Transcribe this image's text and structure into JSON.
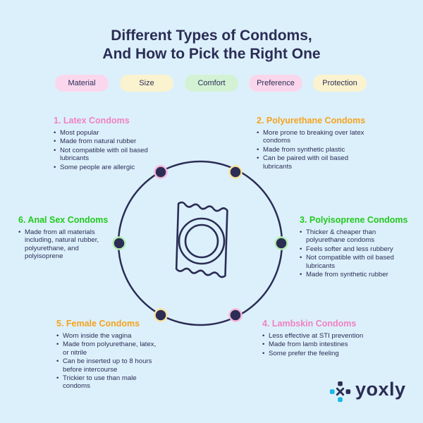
{
  "title": {
    "line1": "Different Types of Condoms,",
    "line2": "And How to Pick the Right One"
  },
  "pills": [
    {
      "label": "Material",
      "color": "#fbd7ee"
    },
    {
      "label": "Size",
      "color": "#fbf3cf"
    },
    {
      "label": "Comfort",
      "color": "#d2f2d3"
    },
    {
      "label": "Preference",
      "color": "#fad6ec"
    },
    {
      "label": "Protection",
      "color": "#fbf3cf"
    }
  ],
  "colors": {
    "pink": "#f081c2",
    "orange": "#f5a31d",
    "green": "#22c91d",
    "navy": "#2b2d55"
  },
  "sections": {
    "latex": {
      "heading": "1. Latex Condoms",
      "items": [
        "Most popular",
        "Made from natural rubber",
        "Not compatible with oil based lubricants",
        "Some people are allergic"
      ]
    },
    "polyurethane": {
      "heading": "2. Polyurethane Condoms",
      "items": [
        "More prone to breaking over latex condoms",
        "Made from synthetic plastic",
        "Can be paired with oil based lubricants"
      ]
    },
    "polyisoprene": {
      "heading": "3. Polyisoprene Condoms",
      "items": [
        "Thicker & cheaper than polyurethane condoms",
        "Feels softer and less rubbery",
        "Not compatible with oil based lubricants",
        "Made from synthetic rubber"
      ]
    },
    "lambskin": {
      "heading": "4. Lambskin Condoms",
      "items": [
        "Less effective at STI prevention",
        "Made from lamb intestines",
        "Some prefer the feeling"
      ]
    },
    "female": {
      "heading": "5. Female Condoms",
      "items": [
        "Worn inside the vagina",
        "Made from polyurethane, latex, or nitrile",
        "Can be inserted up to 8 hours before intercourse",
        "Trickier to use than male condoms"
      ]
    },
    "anal": {
      "heading": "6. Anal Sex Condoms",
      "items": [
        "Made from all materials including, natural rubber, polyurethane, and polyisoprene"
      ]
    }
  },
  "brand": {
    "name": "yoxly",
    "icon": "plus-cross-icon"
  }
}
